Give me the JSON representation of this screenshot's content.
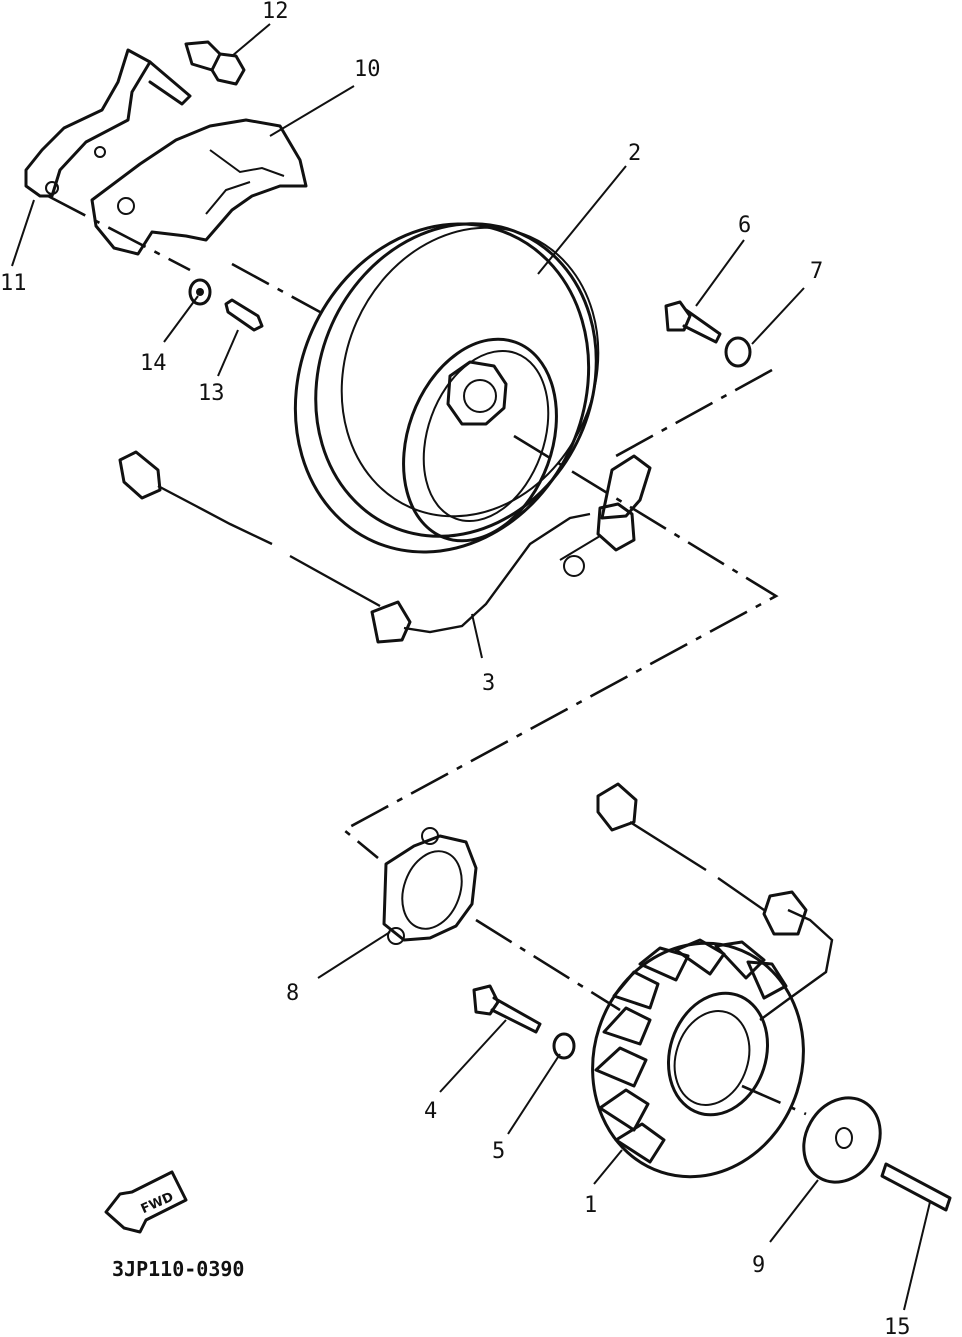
{
  "drawing": {
    "code": "3JP110-0390",
    "fwd_label": "FWD",
    "callouts": {
      "c1": "1",
      "c2": "2",
      "c3": "3",
      "c4": "4",
      "c5": "5",
      "c6": "6",
      "c7": "7",
      "c8": "8",
      "c9": "9",
      "c10": "10",
      "c11": "11",
      "c12": "12",
      "c13": "13",
      "c14": "14",
      "c15": "15"
    }
  }
}
